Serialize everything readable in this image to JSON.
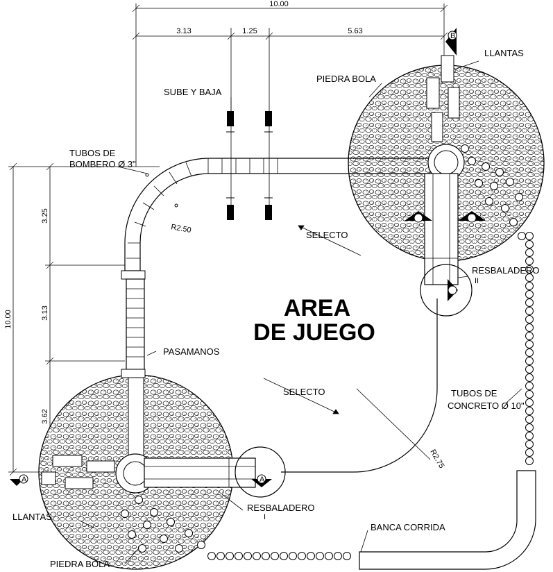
{
  "labels": {
    "llantas_top": "LLANTAS",
    "piedra_bola_top": "PIEDRA BOLA",
    "sube_y_baja": "SUBE Y BAJA",
    "tubos_bombero_1": "TUBOS DE",
    "tubos_bombero_2": "BOMBERO Ø 3\"",
    "radius_250": "R2.50",
    "selecto_1": "SELECTO",
    "selecto_2": "SELECTO",
    "resbaladero_right": "RESBALADERO",
    "resbaladero_right_mark": "II",
    "resbaladero_bottom": "RESBALADERO",
    "resbaladero_bottom_mark": "I",
    "area_line1": "AREA",
    "area_line2": "DE JUEGO",
    "pasamanos": "PASAMANOS",
    "tubos_concreto_1": "TUBOS DE",
    "tubos_concreto_2": "CONCRETO Ø 10\"",
    "radius_275": "R2.75",
    "banca_corrida": "BANCA CORRIDA",
    "llantas_bottom": "LLANTAS",
    "piedra_bola_bottom": "PIEDRA BOLA",
    "section_a": "A",
    "section_b": "B"
  },
  "dimensions": {
    "total_top": "10.00",
    "seg_1": "3.13",
    "seg_2": "1.25",
    "seg_3": "5.63",
    "total_left": "10.00",
    "left_1": "3.25",
    "left_2": "3.13",
    "left_3": "3.62"
  }
}
